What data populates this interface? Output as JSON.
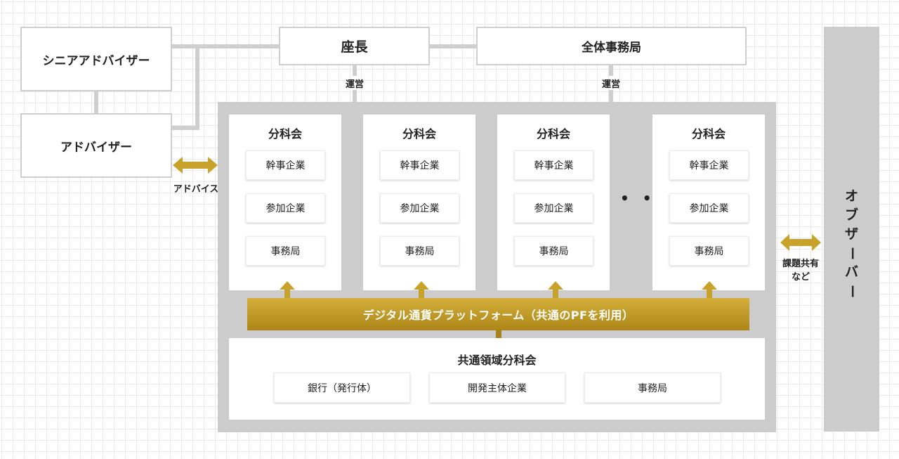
{
  "colors": {
    "gold": "#c9a22b",
    "gold_dark": "#a8821a",
    "gray": "#cccccc",
    "border": "#cfcfcf"
  },
  "senior_adviser": "シニアアドバイザー",
  "adviser": "アドバイザー",
  "chair": "座長",
  "secretariat_all": "全体事務局",
  "operate_left": "運営",
  "operate_right": "運営",
  "advice": "アドバイス",
  "subcommittees": [
    {
      "title": "分科会",
      "members": [
        "幹事企業",
        "参加企業",
        "事務局"
      ]
    },
    {
      "title": "分科会",
      "members": [
        "幹事企業",
        "参加企業",
        "事務局"
      ]
    },
    {
      "title": "分科会",
      "members": [
        "幹事企業",
        "参加企業",
        "事務局"
      ]
    },
    {
      "title": "分科会",
      "members": [
        "幹事企業",
        "参加企業",
        "事務局"
      ]
    }
  ],
  "ellipsis": "• •",
  "platform": "デジタル通貨プラットフォーム（共通のPFを利用）",
  "common": {
    "title": "共通領域分科会",
    "members": [
      "銀行（発行体）",
      "開発主体企業",
      "事務局"
    ]
  },
  "issues_line1": "課題共有",
  "issues_line2": "など",
  "observer": [
    "オ",
    "ブ",
    "ザ",
    "ー",
    "バ",
    "ー"
  ]
}
